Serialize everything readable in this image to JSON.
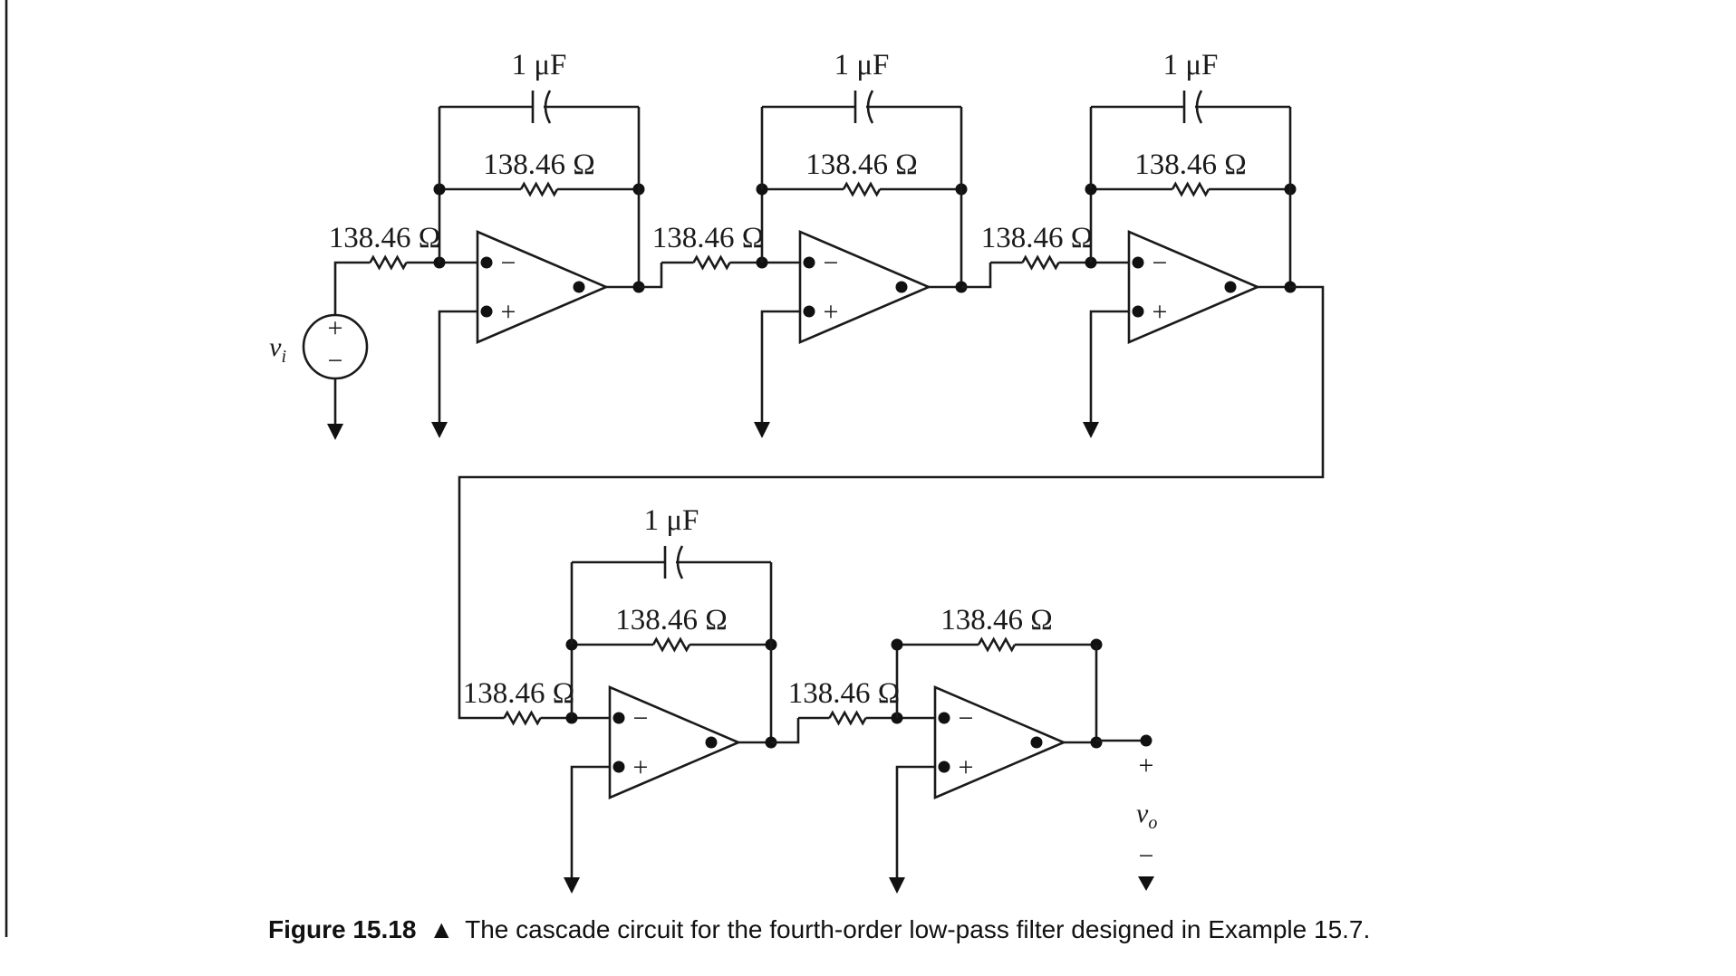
{
  "figure": {
    "capacitor_label": "1 μF",
    "resistor_label": "138.46 Ω",
    "source_plus": "+",
    "source_minus": "−",
    "input_symbol": "v",
    "input_subscript": "i",
    "output_symbol": "v",
    "output_subscript": "o",
    "output_plus": "+",
    "output_minus": "−",
    "opamp_minus": "−",
    "opamp_plus": "+"
  },
  "caption": {
    "label": "Figure 15.18",
    "text": "The cascade circuit for the fourth-order low-pass filter designed in Example 15.7."
  }
}
